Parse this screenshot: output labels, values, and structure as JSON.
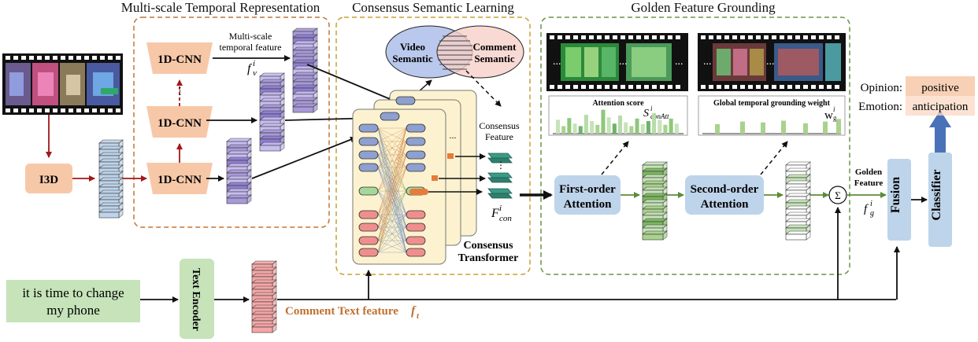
{
  "sections": {
    "temporal": "Multi-scale Temporal Representation",
    "consensus": "Consensus Semantic Learning",
    "grounding": "Golden Feature Grounding"
  },
  "modules": {
    "i3d": "I3D",
    "cnn": "1D-CNN",
    "text_encoder": "Text Encoder",
    "first_attention": [
      "First-order",
      "Attention"
    ],
    "second_attention": [
      "Second-order",
      "Attention"
    ],
    "fusion": "Fusion",
    "classifier": "Classifier",
    "sum_symbol": "Σ"
  },
  "labels": {
    "multiscale_feature": [
      "Multi-scale",
      "temporal feature"
    ],
    "video_semantic": [
      "Video",
      "Semantic"
    ],
    "comment_semantic": [
      "Comment",
      "Semantic"
    ],
    "consensus_feature": [
      "Consensus",
      "Feature"
    ],
    "consensus_transformer": [
      "Consensus",
      "Transformer"
    ],
    "attention_score": "Attention score",
    "global_weight": "Global temporal grounding weight",
    "golden_feature": [
      "Golden",
      "Feature"
    ],
    "comment_text_feature": "Comment Text feature",
    "ellipsis": "...",
    "vdots": "⋮"
  },
  "math": {
    "f_v": {
      "base": "f",
      "sub": "v",
      "sup": "i"
    },
    "f_con": {
      "base": "F",
      "sub": "con",
      "sup": "i"
    },
    "s_att": {
      "base": "S",
      "sub": "conAtt",
      "sup": "i"
    },
    "w_g": {
      "base": "w",
      "sub": "g",
      "sup": "i"
    },
    "f_g": {
      "base": "f",
      "sub": "g",
      "sup": "i"
    },
    "f_t": {
      "base": "f",
      "sub": "t"
    }
  },
  "input_text": [
    "it is time to change",
    "my phone"
  ],
  "outputs": [
    {
      "label": "Opinion:",
      "value": "positive"
    },
    {
      "label": "Emotion:",
      "value": "anticipation"
    }
  ],
  "attention_bars": [
    0.55,
    0.3,
    0.62,
    0.4,
    0.3,
    0.75,
    0.5,
    0.35,
    0.95,
    0.65,
    0.4,
    0.72,
    0.45,
    0.3,
    0.6,
    0.38,
    0.5,
    0.82,
    0.55,
    0.35,
    0.6,
    0.4
  ],
  "weight_bars": [
    0.55,
    0.7,
    0.65,
    0.75,
    0.6,
    0.7,
    0.85
  ],
  "colors": {
    "orange_block": "#f7c8a8",
    "green_block": "#c6e3b9",
    "blue_block": "#bed4ea",
    "purple_feature": "#a89ad8",
    "pink_feature": "#f4a6a6",
    "teal_feature": "#3a9a86",
    "dark_red_arrow": "#a01818",
    "green_arrow": "#5a8c3a",
    "blue_arrow": "#4a72b8",
    "brown_dash": "#c0753a",
    "olive_dash": "#6c9448",
    "transformer_panel": "#fdf2cf",
    "comment_label": "#c07030"
  }
}
